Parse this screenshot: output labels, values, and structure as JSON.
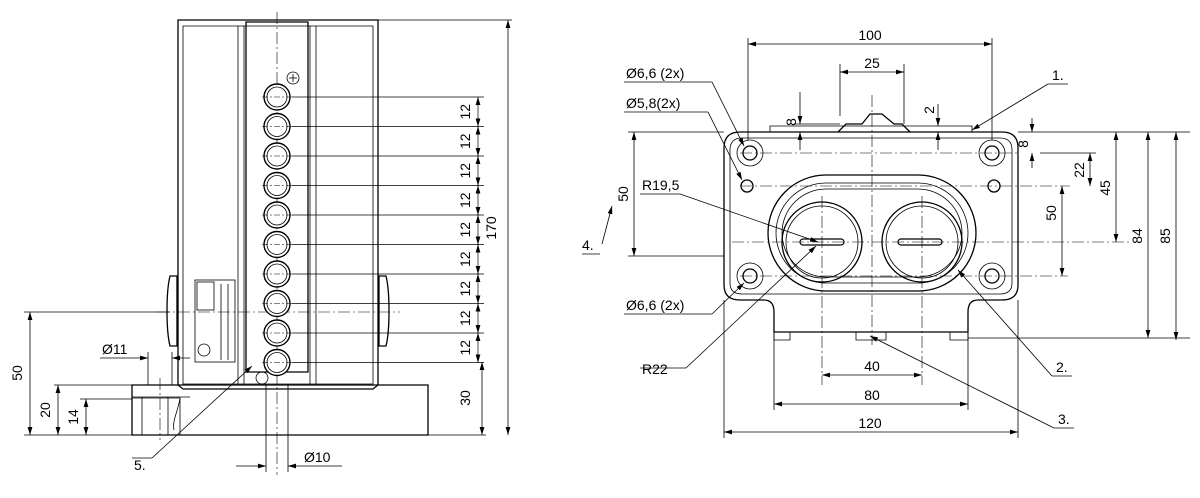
{
  "side_view": {
    "dims": {
      "height_total": "170",
      "pitch": "12",
      "base": "30",
      "h50": "50",
      "h20": "20",
      "h14": "14",
      "dia11": "Ø11",
      "dia10": "Ø10"
    },
    "callout": "5."
  },
  "front_view": {
    "dims": {
      "w100": "100",
      "w25": "25",
      "w2": "2",
      "v8a": "8",
      "v8b": "8",
      "v22": "22",
      "v45": "45",
      "v50": "50",
      "v50left": "50",
      "v84": "84",
      "v85": "85",
      "w40": "40",
      "w80": "80",
      "w120": "120",
      "hole_a": "Ø6,6 (2x)",
      "hole_b": "Ø5,8(2x)",
      "hole_c": "Ø6,6 (2x)",
      "r195": "R19,5",
      "r22": "R22"
    },
    "callouts": {
      "c1": "1.",
      "c2": "2.",
      "c3": "3.",
      "c4": "4."
    }
  }
}
